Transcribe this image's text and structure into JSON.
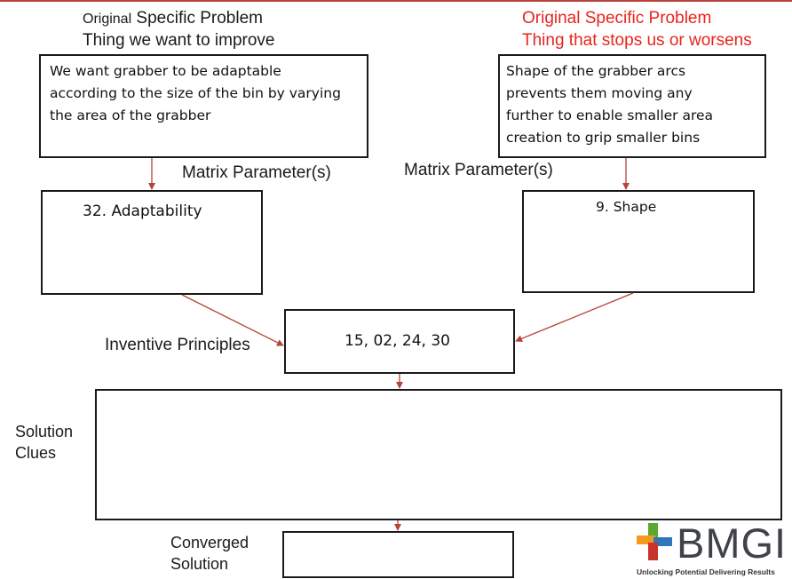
{
  "left_header": {
    "line1_prefix": "Original",
    "line1_rest": " Specific Problem",
    "line2": "Thing we want to improve"
  },
  "right_header": {
    "line1": "Original Specific Problem",
    "line2": "Thing that stops us or worsens"
  },
  "improve_box": {
    "line1": "We want grabber to be adaptable",
    "line2": "according to the size of the bin by varying",
    "line3": "the area of the grabber"
  },
  "worsen_box": {
    "line1": "Shape of the grabber arcs",
    "line2": "prevents them moving any",
    "line3": "further to enable smaller area",
    "line4": "creation to grip smaller bins"
  },
  "labels": {
    "matrix_left": "Matrix Parameter(s)",
    "matrix_right": "Matrix Parameter(s)",
    "inventive_principles": "Inventive Principles",
    "solution_clues_1": "Solution",
    "solution_clues_2": "Clues",
    "converged_1": "Converged",
    "converged_2": "Solution"
  },
  "parameters": {
    "improving": "32. Adaptability",
    "worsening": "9. Shape"
  },
  "principles_value": "15, 02, 24, 30",
  "logo": {
    "name": "BMGI",
    "tagline": "Unlocking Potential Delivering Results"
  },
  "colors": {
    "accent_red": "#e8241c",
    "arrow": "#b5443a",
    "logo_green": "#5aa832",
    "logo_orange": "#f29a1d",
    "logo_blue": "#2e77bc",
    "logo_red": "#c8342c"
  }
}
